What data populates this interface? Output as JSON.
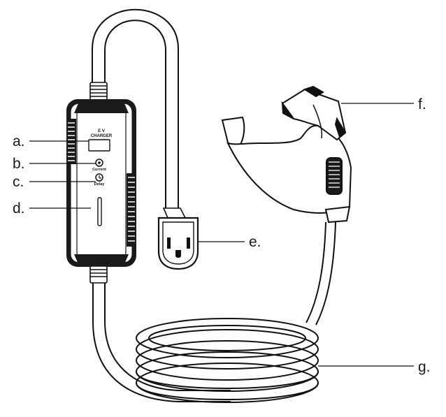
{
  "device": {
    "brand_line1": "E V",
    "brand_line2": "CHARGER",
    "button_current": "Current",
    "button_delay": "Delay"
  },
  "callouts": [
    {
      "id": "a",
      "label": "a."
    },
    {
      "id": "b",
      "label": "b."
    },
    {
      "id": "c",
      "label": "c."
    },
    {
      "id": "d",
      "label": "d."
    },
    {
      "id": "e",
      "label": "e."
    },
    {
      "id": "f",
      "label": "f."
    },
    {
      "id": "g",
      "label": "g."
    }
  ]
}
